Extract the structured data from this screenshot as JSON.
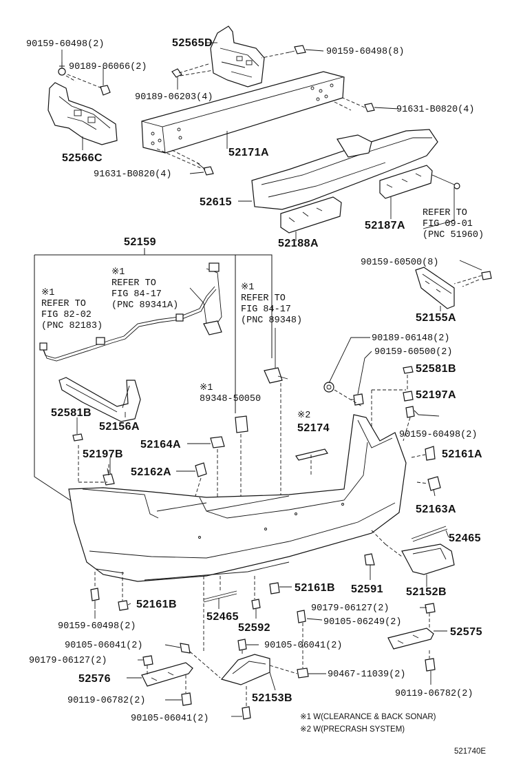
{
  "labels": {
    "p90159_60498_tl": "90159-60498(2)",
    "p52565D": "52565D",
    "p90159_60498_tr": "90159-60498(8)",
    "p90189_06066": "90189-06066(2)",
    "p90189_06203": "90189-06203(4)",
    "p91631_B0820_r": "91631-B0820(4)",
    "p52566C": "52566C",
    "p52171A": "52171A",
    "p91631_B0820_l": "91631-B0820(4)",
    "p52615": "52615",
    "p52187A": "52187A",
    "p52188A": "52188A",
    "refer_0901_a": "REFER TO",
    "refer_0901_b": "FIG 09-01",
    "refer_0901_c": "(PNC 51960)",
    "p52159": "52159",
    "p90159_60500_8": "90159-60500(8)",
    "ref1_mark": "※1",
    "ref1_a": "REFER TO",
    "ref1_b": "FIG 84-17",
    "ref1_c": "(PNC 89341A)",
    "ref2_mark": "※1",
    "ref2_a": "REFER TO",
    "ref2_b": "FIG 82-02",
    "ref2_c": "(PNC 82183)",
    "ref3_mark": "※1",
    "ref3_a": "REFER TO",
    "ref3_b": "FIG 84-17",
    "ref3_c": "(PNC 89348)",
    "p52155A": "52155A",
    "p90189_06148": "90189-06148(2)",
    "p90159_60500_2": "90159-60500(2)",
    "p52581B_r": "52581B",
    "p52197A": "52197A",
    "p89348_mark": "※1",
    "p89348": "89348-50050",
    "p52581B_l": "52581B",
    "p52156A": "52156A",
    "p52174_mark": "※2",
    "p52174": "52174",
    "p90159_60498_mid": "90159-60498(2)",
    "p52164A": "52164A",
    "p52161A": "52161A",
    "p52197B": "52197B",
    "p52162A": "52162A",
    "p52163A": "52163A",
    "p52465_r": "52465",
    "p52161B_c": "52161B",
    "p52591": "52591",
    "p52152B": "52152B",
    "p52161B_l": "52161B",
    "p90179_06127_r": "90179-06127(2)",
    "p90159_60498_bl": "90159-60498(2)",
    "p52465_l": "52465",
    "p52592": "52592",
    "p90105_06249": "90105-06249(2)",
    "p52575": "52575",
    "p90105_06041_l": "90105-06041(2)",
    "p90105_06041_c": "90105-06041(2)",
    "p90179_06127_l": "90179-06127(2)",
    "p52576": "52576",
    "p90467_11039": "90467-11039(2)",
    "p90119_06782_l": "90119-06782(2)",
    "p52153B": "52153B",
    "p90119_06782_r": "90119-06782(2)",
    "p90105_06041_b": "90105-06041(2)",
    "note1": "※1 W(CLEARANCE & BACK SONAR)",
    "note2": "※2 W(PRECRASH  SYSTEM)",
    "code": "521740E"
  }
}
